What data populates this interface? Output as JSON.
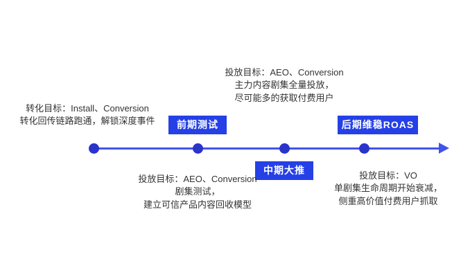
{
  "diagram": {
    "phases": [
      {
        "label": "前期测试"
      },
      {
        "label": "中期大推"
      },
      {
        "label": "后期维稳ROAS"
      }
    ],
    "annotations": {
      "left_top": "转化目标：Install、Conversion\n转化回传链路跑通，解锁深度事件",
      "top_center": "投放目标：AEO、Conversion\n主力内容剧集全量投放，\n尽可能多的获取付费用户",
      "bottom_left": "投放目标：AEO、Conversion\n剧集测试，\n建立可信产品内容回收模型",
      "bottom_right": "投放目标：VO\n单剧集生命周期开始衰减，\n侧重高价值付费用户抓取"
    },
    "colors": {
      "axis": "#4153e8",
      "dot": "#2a34cb",
      "badge": "#2540e6",
      "text": "#333333"
    }
  }
}
